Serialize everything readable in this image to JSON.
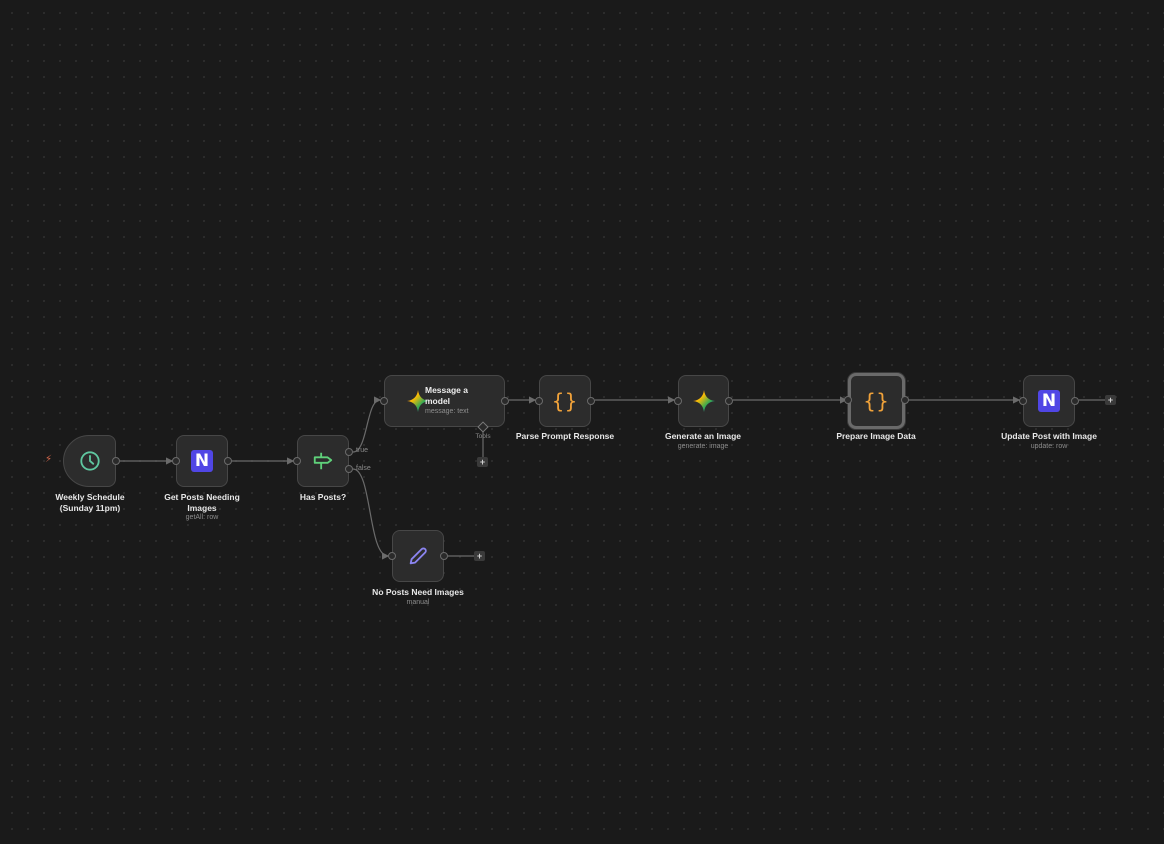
{
  "canvas": {
    "background": "#1a1a1a",
    "grid_dot_color": "#2e2e2e"
  },
  "colors": {
    "node_bg": "#2c2c2c",
    "node_border": "#474747",
    "edge": "#6b6b6b",
    "schedule_icon": "#5fc7a0",
    "notion_brand": "#5046e5",
    "if_icon": "#5fd17a",
    "code_icon": "#f0a23a",
    "manual_icon": "#8b84f0",
    "trigger_bolt": "#d9694c"
  },
  "nodes": [
    {
      "id": "weekly-schedule",
      "title": "Weekly Schedule\n(Sunday 11pm)",
      "subtitle": "",
      "icon": "clock-icon",
      "type": "trigger"
    },
    {
      "id": "get-posts",
      "title": "Get Posts Needing\nImages",
      "subtitle": "getAll: row",
      "icon": "notion-icon"
    },
    {
      "id": "has-posts",
      "title": "Has Posts?",
      "subtitle": "",
      "icon": "signpost-icon",
      "branches": [
        "true",
        "false"
      ]
    },
    {
      "id": "message-model",
      "title": "Message a\nmodel",
      "subtitle": "message: text",
      "icon": "gemini-sparkle-icon",
      "tools_label": "Tools"
    },
    {
      "id": "parse-prompt",
      "title": "Parse Prompt Response",
      "subtitle": "",
      "icon": "code-braces-icon"
    },
    {
      "id": "generate-image",
      "title": "Generate an Image",
      "subtitle": "generate: image",
      "icon": "gemini-sparkle-icon"
    },
    {
      "id": "prepare-image",
      "title": "Prepare Image Data",
      "subtitle": "",
      "icon": "code-braces-icon",
      "selected": true
    },
    {
      "id": "update-post",
      "title": "Update Post with Image",
      "subtitle": "update: row",
      "icon": "notion-icon"
    },
    {
      "id": "no-posts",
      "title": "No Posts Need Images",
      "subtitle": "manual",
      "icon": "pencil-icon"
    }
  ],
  "glyphs": {
    "notion_letter": "N",
    "braces": "{}",
    "plus": "+",
    "bolt": "⚡"
  }
}
